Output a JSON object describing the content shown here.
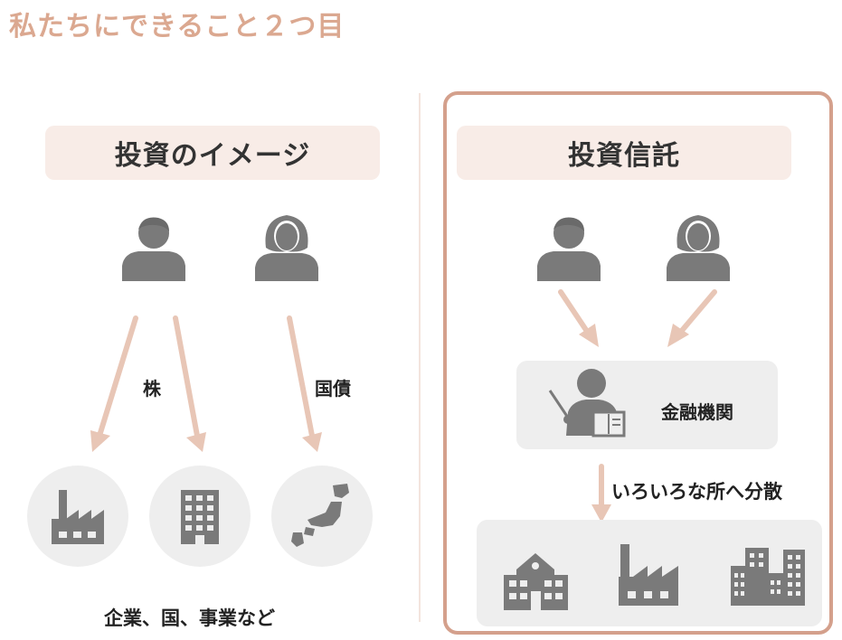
{
  "page_title": "私たちにできること２つ目",
  "left_panel": {
    "header": "投資のイメージ",
    "arrow_label_stock": "株",
    "arrow_label_bond": "国債",
    "targets": [
      "factory-icon",
      "building-icon",
      "japan-map-icon"
    ],
    "caption": "企業、国、事業など"
  },
  "right_panel": {
    "header": "投資信託",
    "institution_label": "金融機関",
    "distribute_label": "いろいろな所へ分散",
    "destinations": [
      "school-icon",
      "factory-icon",
      "city-buildings-icon"
    ]
  },
  "colors": {
    "accent": "#d4a08c",
    "arrow": "#e8c6b6",
    "header_bg": "#f8ece7",
    "icon_gray": "#7a7a7a",
    "circle_bg": "#eeeeee"
  }
}
